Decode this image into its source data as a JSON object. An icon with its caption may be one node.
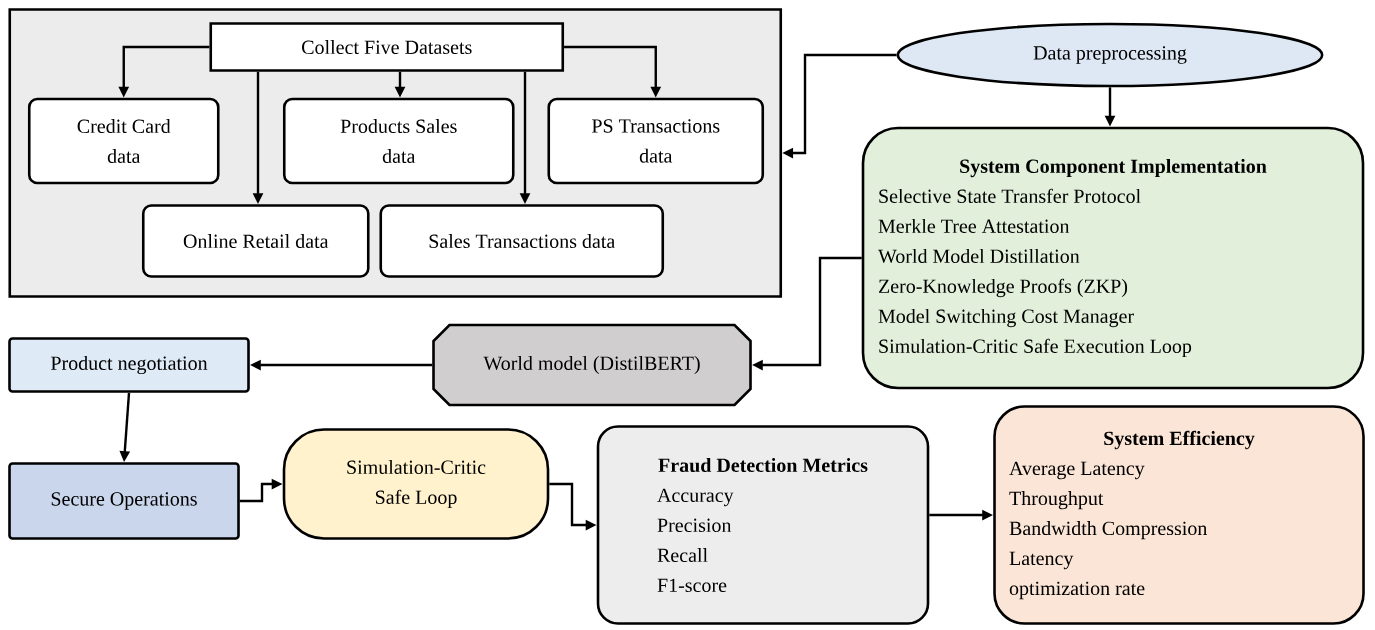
{
  "diagram": {
    "nodes": [
      {
        "text": [],
        "shape": "box"
      },
      {
        "text": [
          "Collect Five Datasets"
        ],
        "in": 0
      },
      {
        "text": [
          "Credit Card data"
        ],
        "in": 0
      },
      {
        "text": [
          "Products Sales data"
        ],
        "in": 0
      },
      {
        "text": [
          "PS Transactions data"
        ],
        "in": 0
      },
      {
        "text": [
          "Online Retail data"
        ],
        "in": 0
      },
      {
        "text": [
          "Sales Transactions data"
        ],
        "in": 0
      },
      {
        "text": [
          "Data preprocessing"
        ]
      },
      {
        "text": [
          "System Component Implementation",
          "Selective State Transfer Protocol",
          "Merkle Tree Attestation",
          "World Model Distillation",
          "Zero-Knowledge Proofs (ZKP)",
          "Model Switching Cost Manager",
          "Simulation-Critic Safe Execution Loop"
        ]
      },
      {
        "text": [
          "World model (DistilBERT)"
        ]
      },
      {
        "text": [
          "Product negotiation"
        ]
      },
      {
        "text": [
          "Secure Operations"
        ]
      },
      {
        "text": [
          "Simulation-Critic Safe Loop"
        ]
      },
      {
        "text": [
          "Fraud Detection Metrics",
          "Accuracy",
          "Precision",
          "Recall",
          "F1-score"
        ]
      },
      {
        "text": [
          "System Efficiency",
          "Average Latency",
          "Throughput",
          "Bandwidth Compression",
          "Latency",
          "optimization rate"
        ]
      }
    ],
    "edges": [
      {
        "from": 1,
        "to": 2,
        "arrow": "to"
      },
      {
        "from": 1,
        "to": 3,
        "arrow": "to"
      },
      {
        "from": 1,
        "to": 4,
        "arrow": "to"
      },
      {
        "from": 1,
        "to": 5,
        "arrow": "to"
      },
      {
        "from": 1,
        "to": 6,
        "arrow": "to"
      },
      {
        "from": 7,
        "to": 0,
        "arrow": "to"
      },
      {
        "from": 7,
        "to": 8,
        "arrow": "to"
      },
      {
        "from": 8,
        "to": 9,
        "arrow": "to"
      },
      {
        "from": 9,
        "to": 10,
        "arrow": "to"
      },
      {
        "from": 10,
        "to": 11,
        "arrow": "to"
      },
      {
        "from": 11,
        "to": 12,
        "arrow": "to"
      },
      {
        "from": 12,
        "to": 13,
        "arrow": "to"
      },
      {
        "from": 13,
        "to": 14,
        "arrow": "to"
      }
    ]
  }
}
